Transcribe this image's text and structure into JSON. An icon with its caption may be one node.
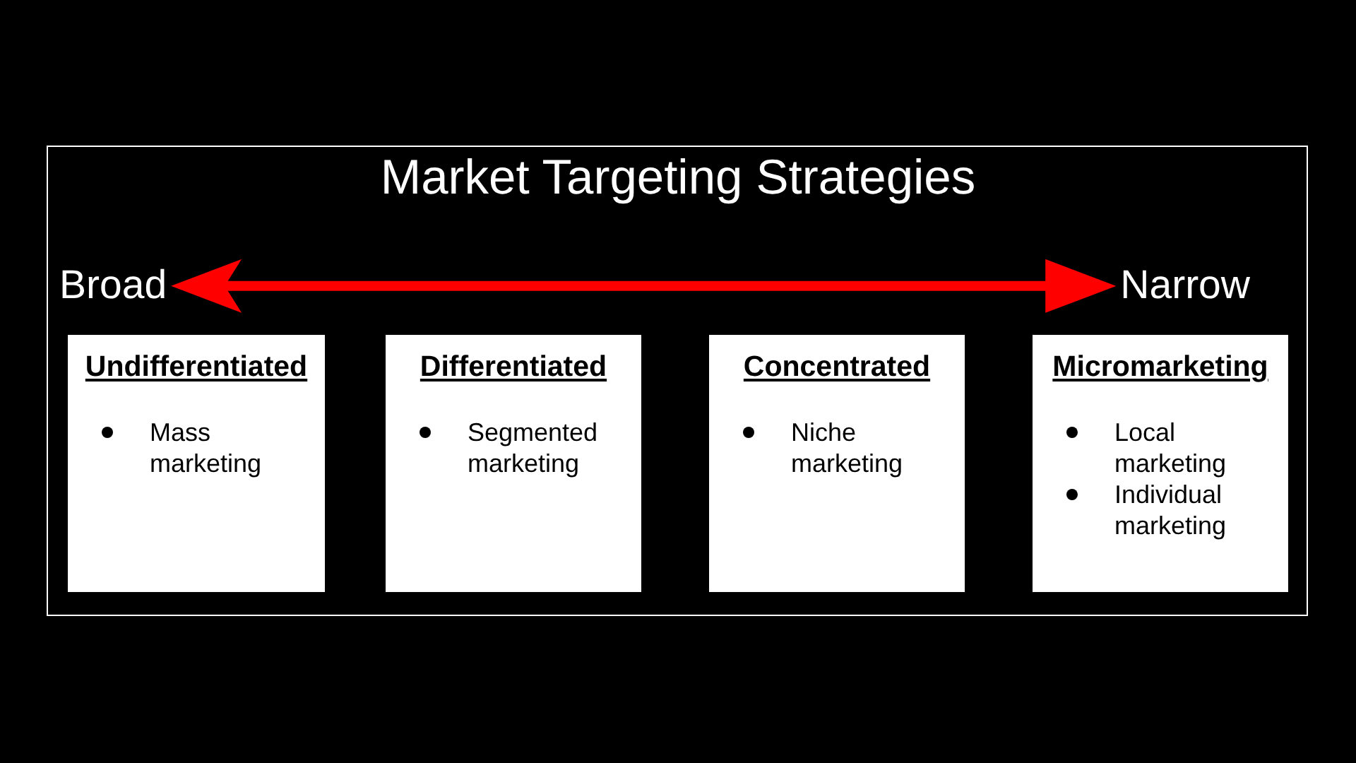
{
  "diagram": {
    "title": "Market Targeting Strategies",
    "nodes": [
      {
        "text": [
          "Broad"
        ]
      },
      {
        "text": [
          "Narrow"
        ]
      },
      {
        "text": [
          "Undifferentiated",
          "Mass marketing"
        ]
      },
      {
        "text": [
          "Differentiated",
          "Segmented marketing"
        ]
      },
      {
        "text": [
          "Concentrated",
          "Niche marketing"
        ]
      },
      {
        "text": [
          "Micromarketing",
          "Local marketing",
          "Individual marketing"
        ]
      }
    ],
    "edges": [
      {
        "from": 0,
        "to": 1,
        "arrow": "both",
        "color": "#ff0000"
      }
    ]
  }
}
